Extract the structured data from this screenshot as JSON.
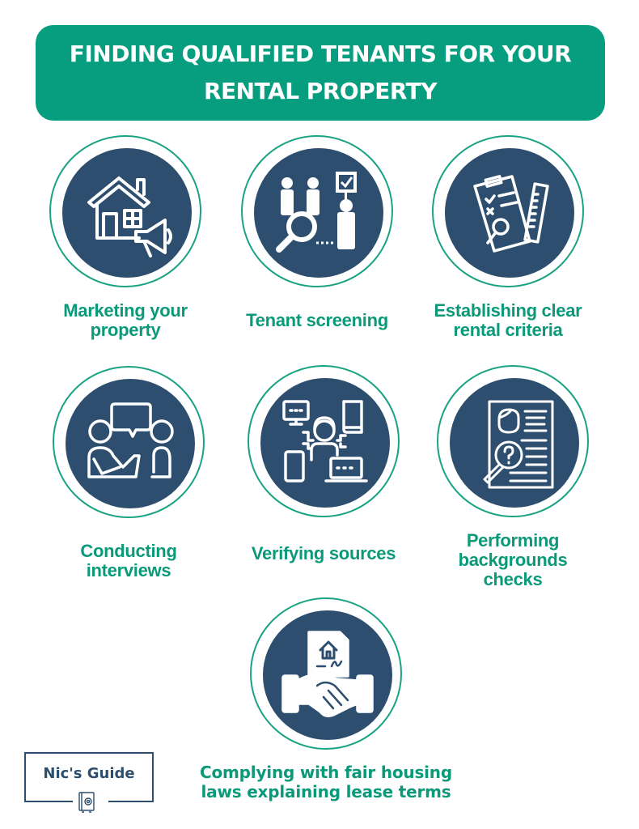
{
  "title": {
    "text": "FINDING QUALIFIED TENANTS FOR YOUR RENTAL PROPERTY",
    "background_color": "#069e7f",
    "text_color": "#ffffff"
  },
  "colors": {
    "ring": "#1aa383",
    "disc": "#2d4e6e",
    "label": "#0a9a7a"
  },
  "steps": [
    {
      "label": "Marketing your property",
      "icon": "house-megaphone-icon"
    },
    {
      "label": "Tenant screening",
      "icon": "tenant-search-icon"
    },
    {
      "label": "Establishing clear rental criteria",
      "icon": "clipboard-ruler-icon"
    },
    {
      "label": "Conducting interviews",
      "icon": "interview-conversation-icon"
    },
    {
      "label": "Verifying sources",
      "icon": "person-devices-icon"
    },
    {
      "label": "Performing backgrounds checks",
      "icon": "resume-magnifier-icon"
    },
    {
      "label": "Complying with fair housing laws explaining lease terms",
      "icon": "lease-handshake-icon"
    }
  ],
  "logo": {
    "text": "Nic's Guide",
    "icon": "safe-icon"
  }
}
